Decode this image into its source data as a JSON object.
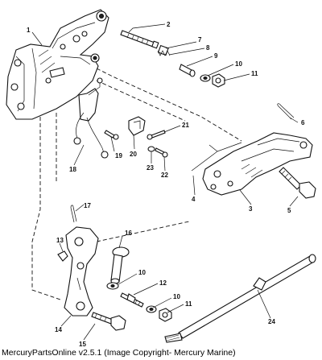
{
  "caption": "MercuryPartsOnline v2.5.1 (Image Copyright- Mercury Marine)",
  "callouts": [
    "1",
    "2",
    "7",
    "8",
    "9",
    "10",
    "11",
    "6",
    "21",
    "19",
    "20",
    "23",
    "22",
    "18",
    "4",
    "3",
    "5",
    "17",
    "16",
    "13",
    "10",
    "12",
    "10",
    "11",
    "14",
    "15",
    "24"
  ]
}
